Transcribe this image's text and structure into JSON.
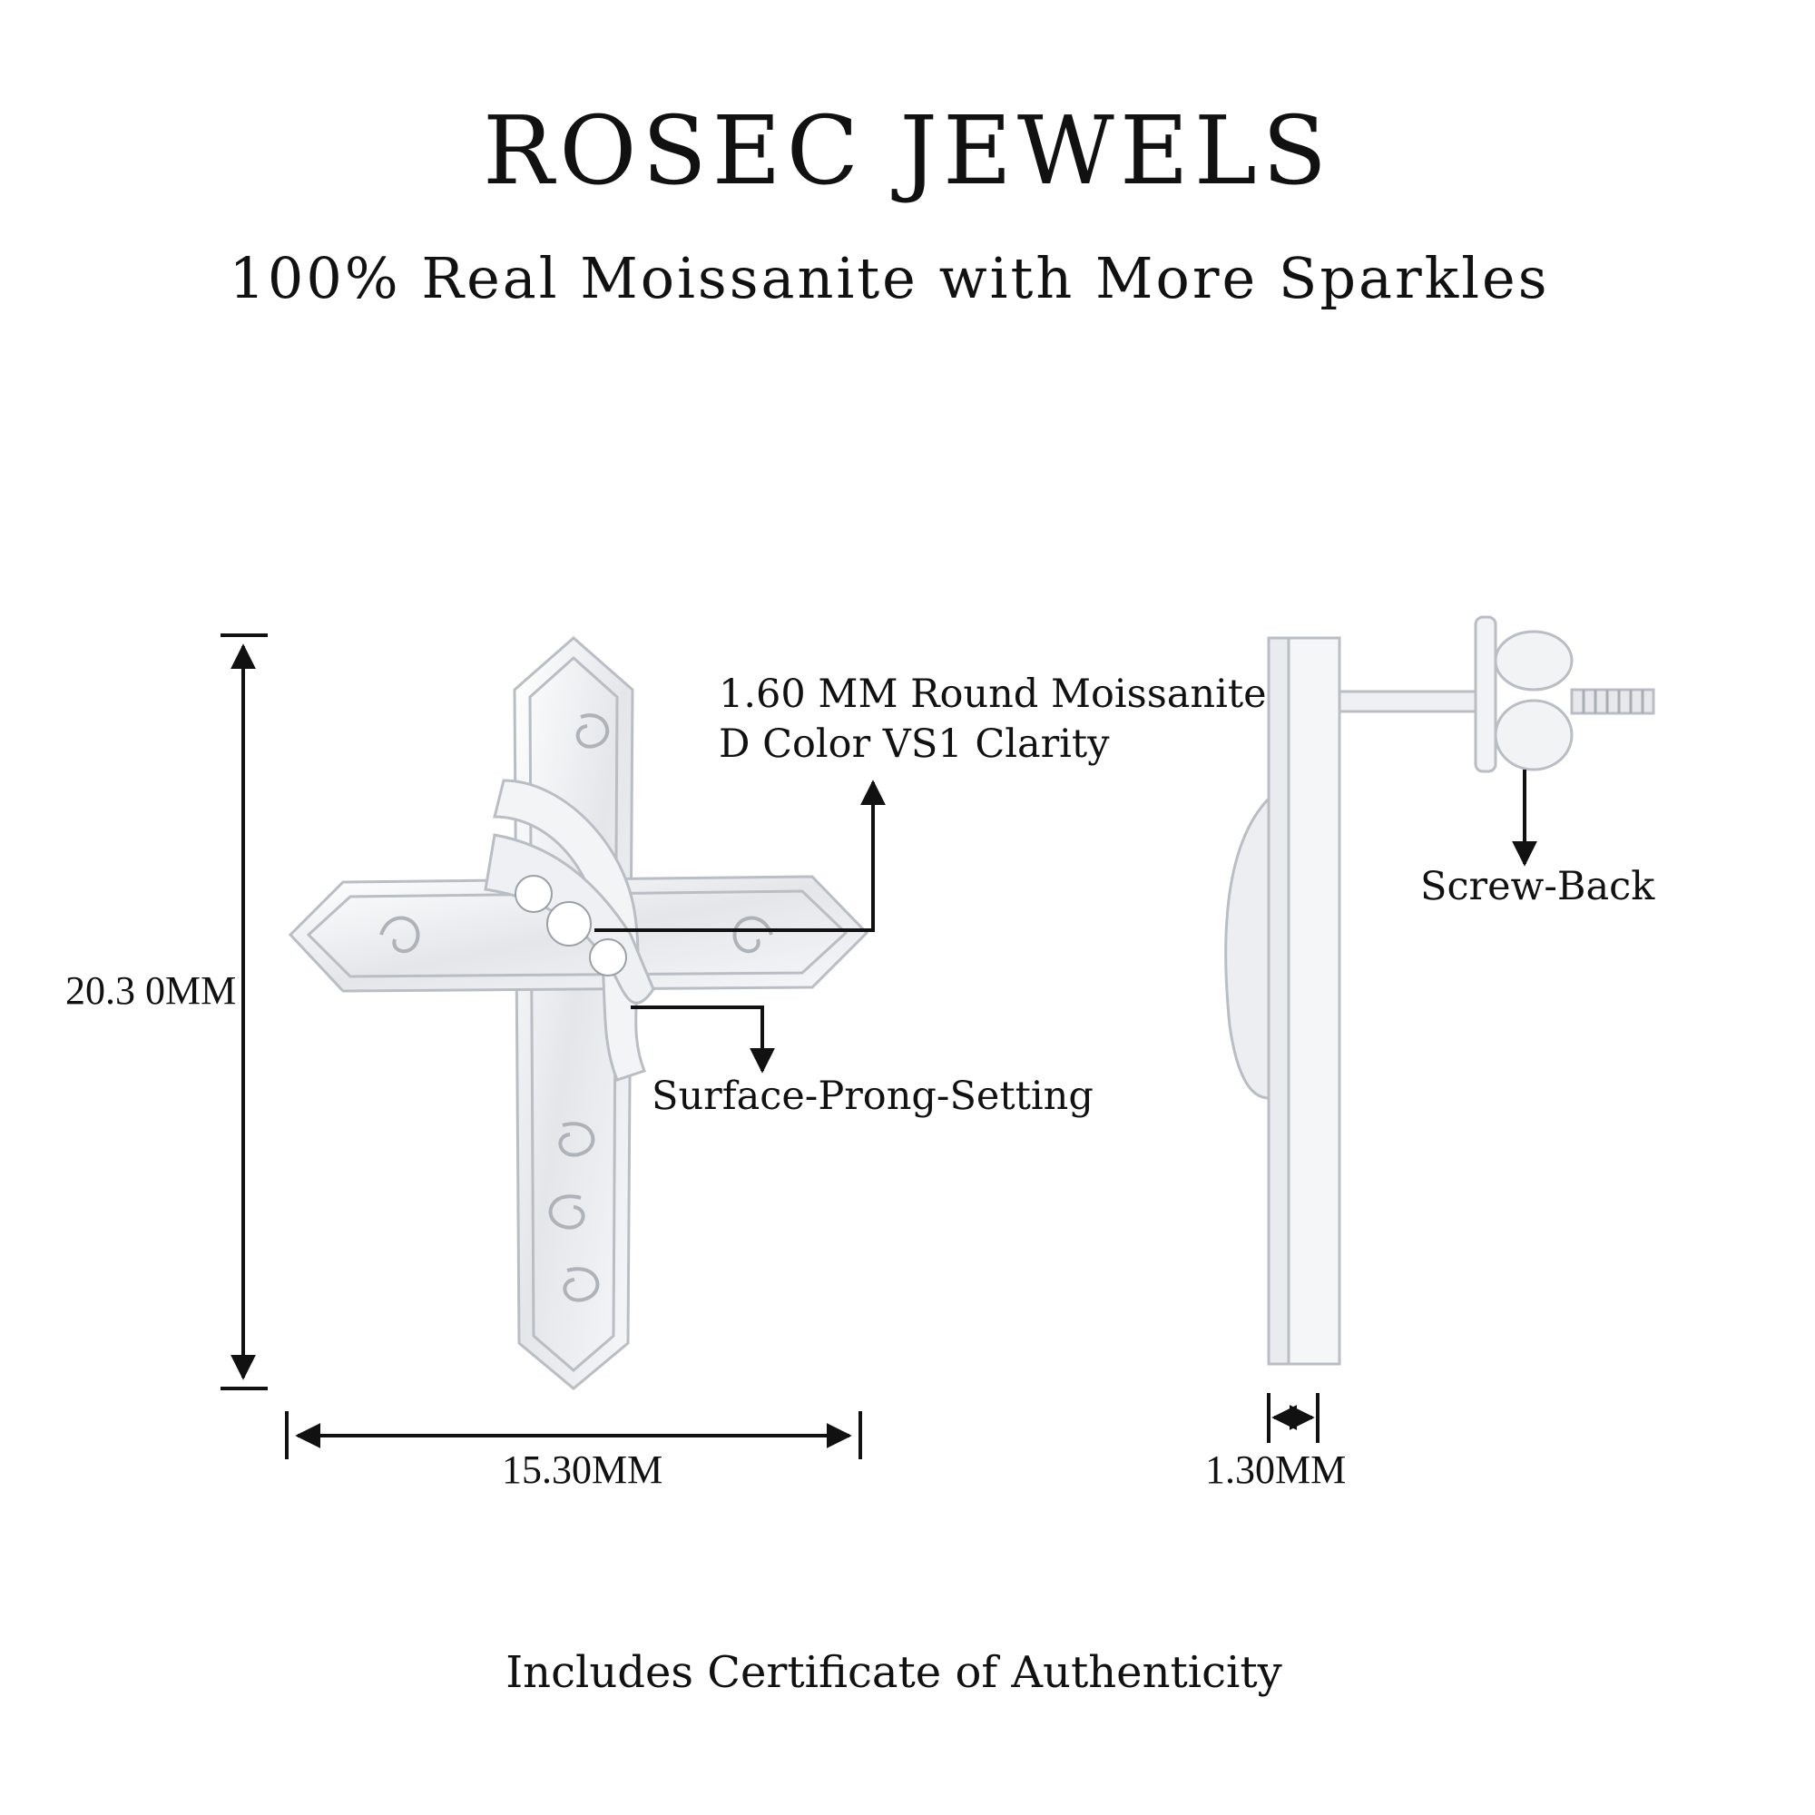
{
  "header": {
    "brand": "ROSEC JEWELS",
    "tagline": "100% Real Moissanite with More Sparkles"
  },
  "front_view": {
    "height_label": "20.3 0MM",
    "width_label": "15.30MM",
    "stone_label_line1": "1.60 MM Round Moissanite",
    "stone_label_line2": "D Color VS1 Clarity",
    "setting_label": "Surface-Prong-Setting"
  },
  "side_view": {
    "thickness_label": "1.30MM",
    "back_label": "Screw-Back"
  },
  "footer": {
    "note": "Includes Certificate of Authenticity"
  },
  "colors": {
    "metal": "#e6e8ec",
    "metal_edge": "#b9bdc4",
    "ink": "#111111"
  }
}
